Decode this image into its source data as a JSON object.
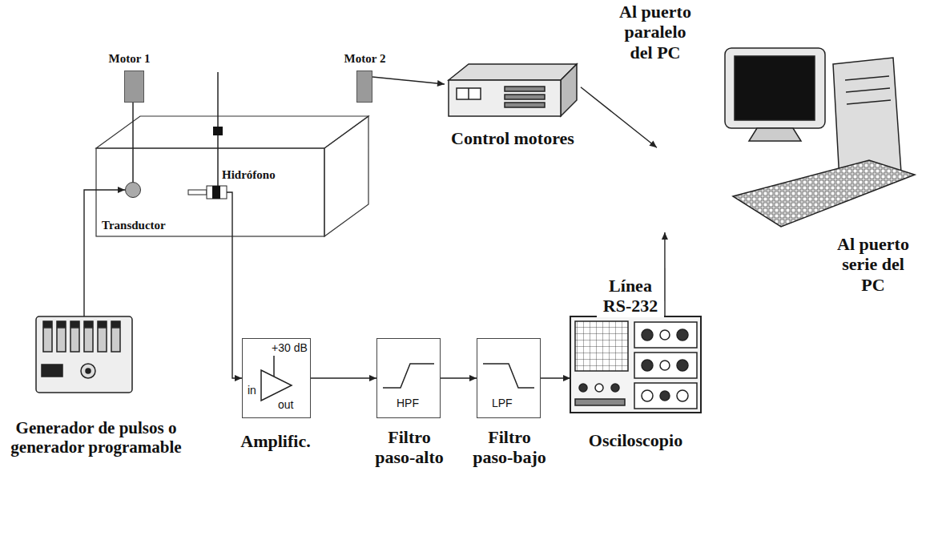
{
  "diagram": {
    "nodes": [
      {
        "text": [
          "Motor 1"
        ]
      },
      {
        "text": [
          "Motor 2"
        ]
      },
      {
        "text": [
          "Transductor"
        ]
      },
      {
        "text": [
          "Hidrófono"
        ]
      },
      {
        "text": [
          "Control motores"
        ]
      },
      {
        "text": [
          "Al puerto paralelo del PC",
          "Al puerto serie del PC"
        ]
      },
      {
        "text": [
          "Generador de pulsos o generador programable"
        ]
      },
      {
        "text": [
          "+30 dB",
          "in",
          "out",
          "Amplific."
        ]
      },
      {
        "text": [
          "HPF",
          "Filtro paso-alto"
        ]
      },
      {
        "text": [
          "LPF",
          "Filtro paso-bajo"
        ]
      },
      {
        "text": [
          "Osciloscopio"
        ]
      }
    ],
    "edges": [
      {
        "from": 1,
        "to": 4,
        "arrow": "to"
      },
      {
        "from": 4,
        "to": 5,
        "arrow": "to"
      },
      {
        "from": 6,
        "to": 2,
        "arrow": "to"
      },
      {
        "from": 3,
        "to": 7,
        "arrow": "to"
      },
      {
        "from": 7,
        "to": 8,
        "arrow": "to"
      },
      {
        "from": 8,
        "to": 9,
        "arrow": "to"
      },
      {
        "from": 9,
        "to": 10,
        "arrow": "to"
      },
      {
        "from": 10,
        "to": 5,
        "label": "Línea RS-232",
        "arrow": "to"
      }
    ]
  }
}
